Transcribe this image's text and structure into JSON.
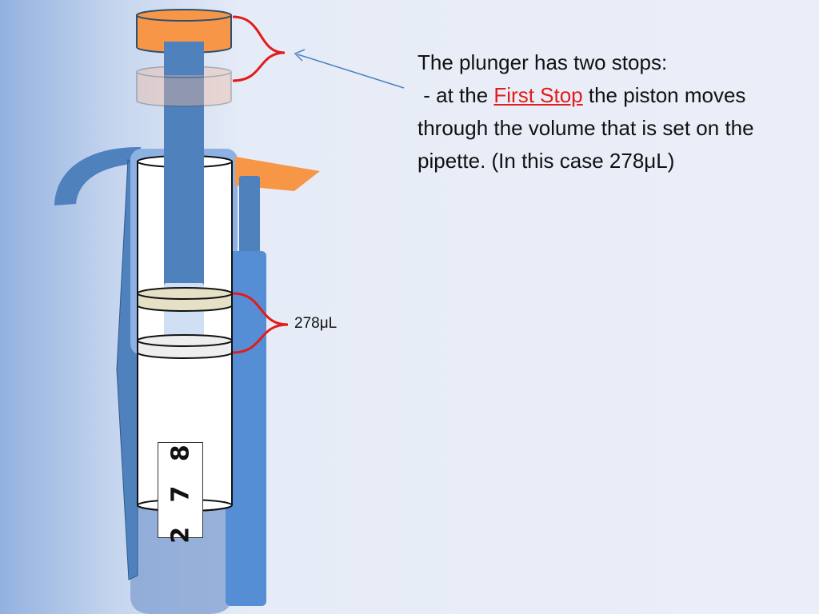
{
  "explanation": {
    "line1": "The plunger has two stops:",
    "line2_prefix": " - at the ",
    "line2_highlight": "First Stop",
    "line2_suffix": " the piston moves through the volume that is set on the pipette. (In this case 278μL)"
  },
  "volume_label": "278μL",
  "volume_readout": "2 7 8",
  "colors": {
    "plunger_cap": "#f79646",
    "piston_rod": "#4f81bd",
    "pipette_body": "#558ed5",
    "stop_bracket": "#e31b1b",
    "pointer_arrow": "#4f81bd"
  }
}
